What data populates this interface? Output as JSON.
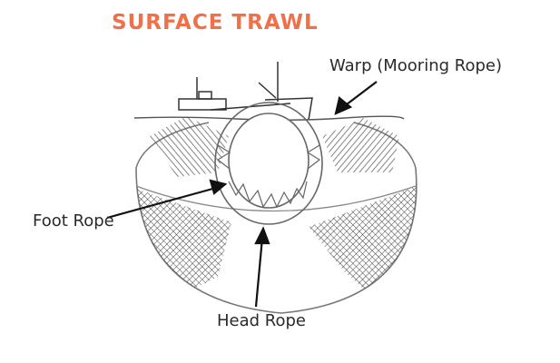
{
  "diagram": {
    "title": "SURFACE TRAWL",
    "title_color": "#f0704a",
    "labels": {
      "warp": "Warp (Mooring Rope)",
      "foot_rope": "Foot Rope",
      "head_rope": "Head Rope"
    },
    "elements": [
      "boat",
      "water-surface",
      "trawl-net",
      "mouth-ring",
      "mesh-panels",
      "arrows"
    ]
  }
}
